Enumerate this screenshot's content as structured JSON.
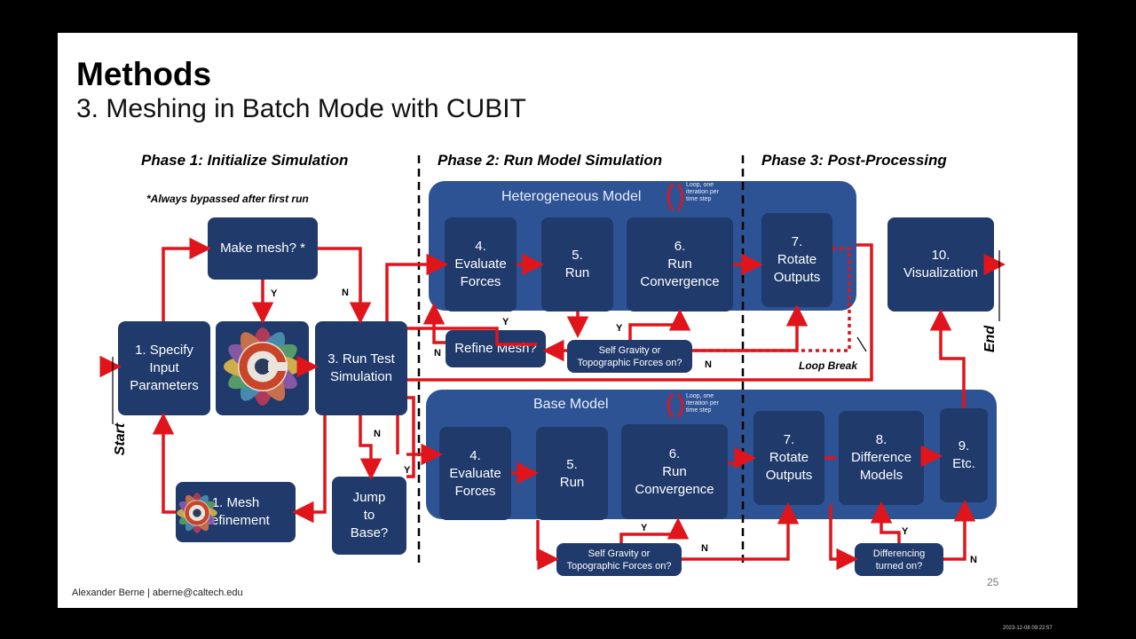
{
  "slide": {
    "title": "Methods",
    "subtitle": "3. Meshing in Batch Mode with CUBIT",
    "phases": {
      "p1": "Phase 1: Initialize Simulation",
      "p2": "Phase 2: Run Model Simulation",
      "p3": "Phase 3: Post-Processing"
    },
    "bypass_note": "*Always bypassed after first run",
    "panels": {
      "hetero_title": "Heterogeneous  Model",
      "base_title": "Base  Model",
      "loop_note": "Loop, one iteration per time step"
    },
    "boxes": {
      "specify": "1. Specify\nInput\nParameters",
      "make_mesh": "Make mesh? *",
      "run_test": "3. Run Test\nSimulation",
      "mesh_refine": "1. Mesh\nRefinement",
      "jump_base": "Jump\nto\nBase?",
      "h_eval": "4.\nEvaluate\nForces",
      "h_run": "5.\nRun",
      "h_conv": "6.\nRun\nConvergence",
      "h_rotate": "7.\nRotate\nOutputs",
      "refine_mesh": "Refine Mesh?",
      "h_gravity": "Self Gravity or\nTopographic Forces on?",
      "visualization": "10.\nVisualization",
      "b_eval": "4.\nEvaluate\nForces",
      "b_run": "5.\nRun",
      "b_conv": "6.\nRun\nConvergence",
      "b_rotate": "7.\nRotate\nOutputs",
      "b_diff": "8.\nDifference\nModels",
      "b_etc": "9.\nEtc.",
      "b_gravity": "Self Gravity or\nTopographic Forces on?",
      "differencing": "Differencing\nturned on?"
    },
    "labels": {
      "y": "Y",
      "n": "N",
      "loop_break": "Loop Break",
      "start": "Start",
      "end": "End"
    },
    "footer": "Alexander Berne | aberne@caltech.edu",
    "page_number": "25",
    "timestamp": "2023-12-08 09:22:57"
  },
  "colors": {
    "arrow": "#e0141b",
    "panel": "#2d5394",
    "box": "#1f3a6b",
    "logo_ring": "#c8452a"
  }
}
